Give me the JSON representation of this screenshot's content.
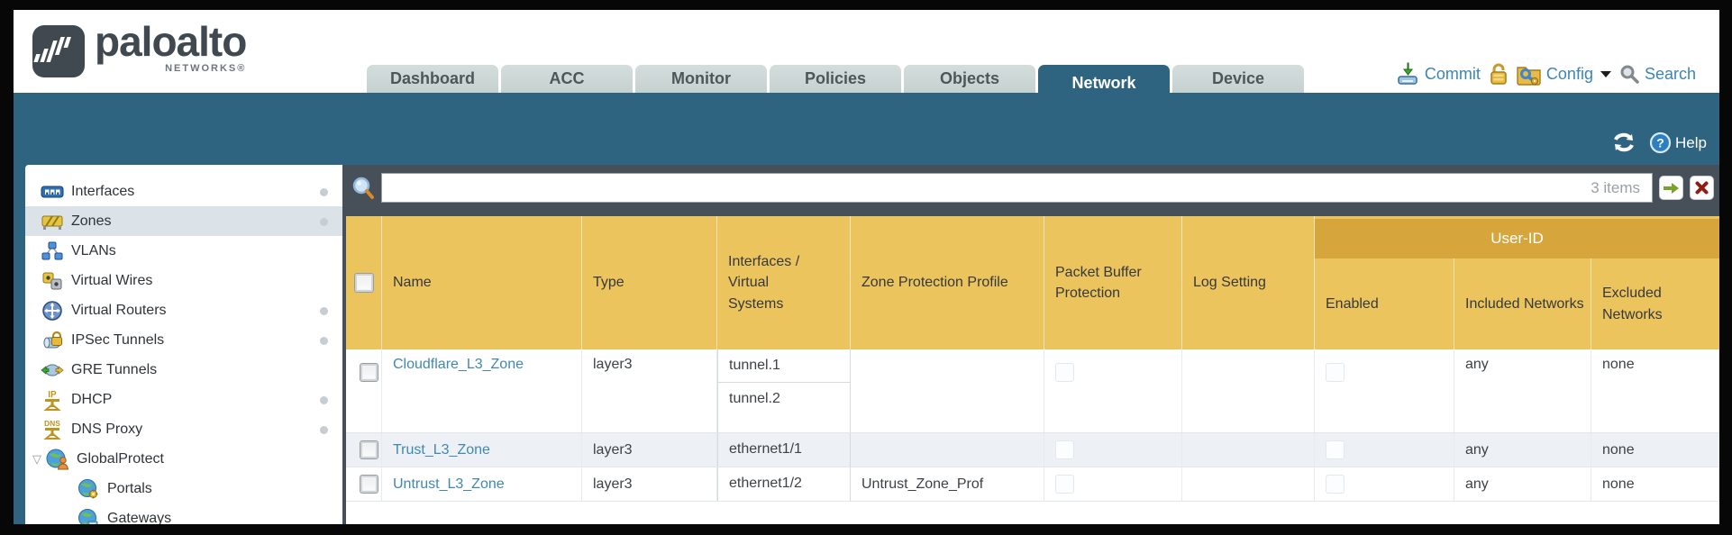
{
  "header": {
    "brand": {
      "name": "paloalto",
      "sub": "NETWORKS®"
    },
    "tabs": [
      "Dashboard",
      "ACC",
      "Monitor",
      "Policies",
      "Objects",
      "Network",
      "Device"
    ],
    "active_tab": "Network",
    "actions": {
      "commit": "Commit",
      "config": "Config",
      "search": "Search"
    }
  },
  "subheader": {
    "help_label": "Help"
  },
  "sidebar": {
    "items": [
      {
        "label": "Interfaces"
      },
      {
        "label": "Zones"
      },
      {
        "label": "VLANs"
      },
      {
        "label": "Virtual Wires"
      },
      {
        "label": "Virtual Routers"
      },
      {
        "label": "IPSec Tunnels"
      },
      {
        "label": "GRE Tunnels"
      },
      {
        "label": "DHCP"
      },
      {
        "label": "DNS Proxy"
      },
      {
        "label": "GlobalProtect"
      },
      {
        "label": "Portals"
      },
      {
        "label": "Gateways"
      }
    ],
    "selected": "Zones"
  },
  "filterbar": {
    "value": "",
    "count": "3 items"
  },
  "table": {
    "group_header": "User-ID",
    "columns": [
      "Name",
      "Type",
      "Interfaces /\nVirtual\nSystems",
      "Zone Protection Profile",
      "Packet Buffer Protection",
      "Log Setting",
      "Enabled",
      "Included Networks",
      "Excluded Networks"
    ],
    "rows": [
      {
        "name": "Cloudflare_L3_Zone",
        "type": "layer3",
        "interfaces": [
          "tunnel.1",
          "tunnel.2"
        ],
        "zone_protection_profile": "",
        "log_setting": "",
        "included": "any",
        "excluded": "none"
      },
      {
        "name": "Trust_L3_Zone",
        "type": "layer3",
        "interfaces": [
          "ethernet1/1"
        ],
        "zone_protection_profile": "",
        "log_setting": "",
        "included": "any",
        "excluded": "none"
      },
      {
        "name": "Untrust_L3_Zone",
        "type": "layer3",
        "interfaces": [
          "ethernet1/2"
        ],
        "zone_protection_profile": "Untrust_Zone_Prof",
        "log_setting": "",
        "included": "any",
        "excluded": "none"
      }
    ]
  },
  "colors": {
    "teal": "#2f6480",
    "header_orange": "#ecc45d",
    "user_id_band": "#d6a63c",
    "link_blue": "#4288ae",
    "dark_slate": "#474f58"
  }
}
